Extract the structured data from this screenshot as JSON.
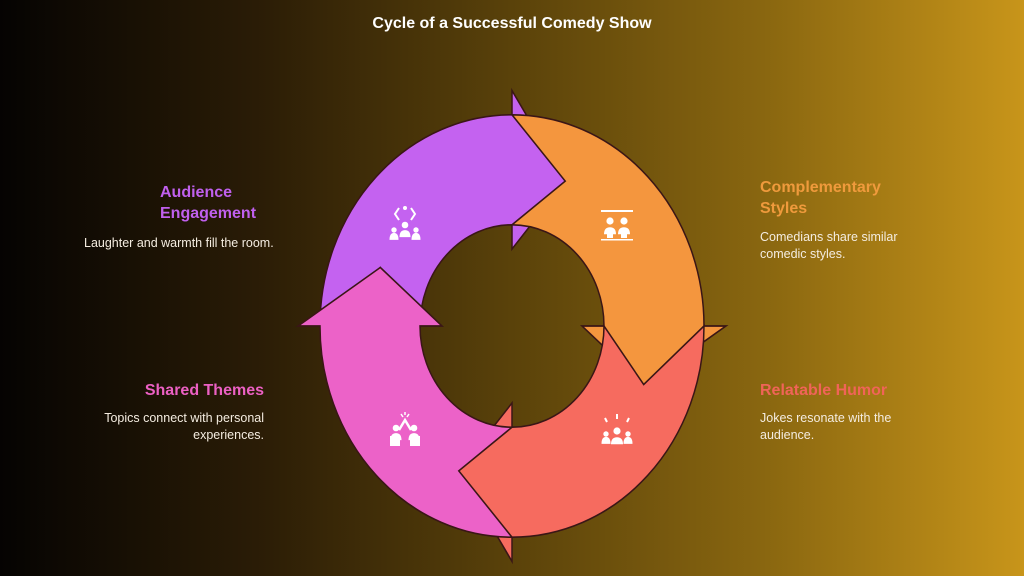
{
  "title": "Cycle of a Successful Comedy Show",
  "steps": [
    {
      "label": "Audience Engagement",
      "description": "Laughter and warmth fill the room.",
      "color": "#c462f0",
      "icon": "audience-icon"
    },
    {
      "label": "Complementary Styles",
      "description": "Comedians share similar comedic styles.",
      "color": "#f4963e",
      "icon": "comedian-duo-icon"
    },
    {
      "label": "Relatable Humor",
      "description": "Jokes resonate with the audience.",
      "color": "#f66b5f",
      "icon": "crowd-heart-icon"
    },
    {
      "label": "Shared Themes",
      "description": "Topics connect with personal experiences.",
      "color": "#ec62c8",
      "icon": "high-five-icon"
    }
  ],
  "label_colors": {
    "audience": "#c060ee",
    "complementary": "#ef9a3c",
    "relatable": "#f06458",
    "shared": "#ec60c4"
  }
}
